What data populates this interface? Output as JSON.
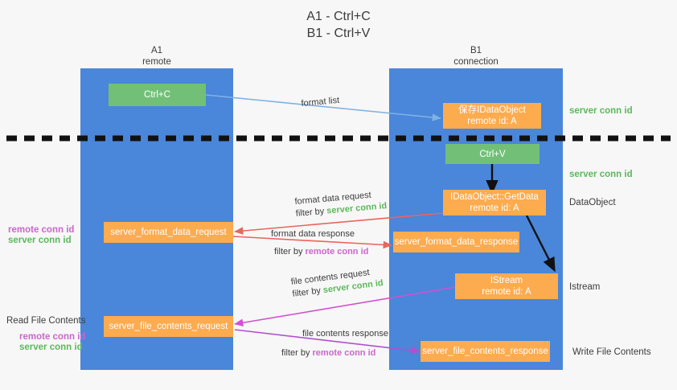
{
  "title": "A1 - Ctrl+C\nB1 - Ctrl+V",
  "columns": [
    {
      "name": "A1",
      "sub": "remote",
      "header": "A1\nremote"
    },
    {
      "name": "B1",
      "sub": "connection",
      "header": "B1\nconnection"
    }
  ],
  "nodes": {
    "ctrl_c": "Ctrl+C",
    "save_idataobject": "保存IDataObject\nremote id: A",
    "ctrl_v": "Ctrl+V",
    "getdata": "IDataObject::GetData\nremote id: A",
    "istream": "IStream\nremote id: A",
    "server_format_data_request": "server_format_data_request",
    "server_format_data_response": "server_format_data_response",
    "server_file_contents_request": "server_file_contents_request",
    "server_file_contents_response": "server_file_contents_response"
  },
  "edges": {
    "format_list": "format list",
    "format_data_request": "format data request",
    "format_data_request_filter_prefix": "filter by ",
    "format_data_request_filter_key": "server conn id",
    "format_data_response": "format data response",
    "format_data_response_filter_prefix": "filter by ",
    "format_data_response_filter_key": "remote conn id",
    "file_contents_request": "file contents request",
    "file_contents_request_filter_prefix": "filter by ",
    "file_contents_request_filter_key": "server conn id",
    "file_contents_response": "file contents response",
    "file_contents_response_filter_prefix": "filter by ",
    "file_contents_response_filter_key": "remote conn id"
  },
  "right_labels": {
    "server_conn_id_top": "server conn id",
    "server_conn_id_mid": "server conn id",
    "dataobject": "DataObject",
    "istream": "Istream",
    "write_file_contents": "Write File Contents"
  },
  "left_labels": {
    "remote_conn_id_top": "remote conn id",
    "server_conn_id_top": "server conn id",
    "read_file_contents": "Read File Contents",
    "remote_conn_id_bottom": "remote conn id",
    "server_conn_id_bottom": "server conn id"
  },
  "colors": {
    "background": "#f7f7f7",
    "column": "#4a86d9",
    "green_node": "#72c078",
    "orange_node": "#fcab4f",
    "green_text": "#5cb85c",
    "magenta_text": "#cc66cc",
    "arrow_blue": "#7fb2e5",
    "arrow_red": "#e8665c",
    "arrow_magenta": "#d44fd4",
    "arrow_purple": "#a855c8",
    "arrow_black": "#111111",
    "divider": "#111111"
  }
}
